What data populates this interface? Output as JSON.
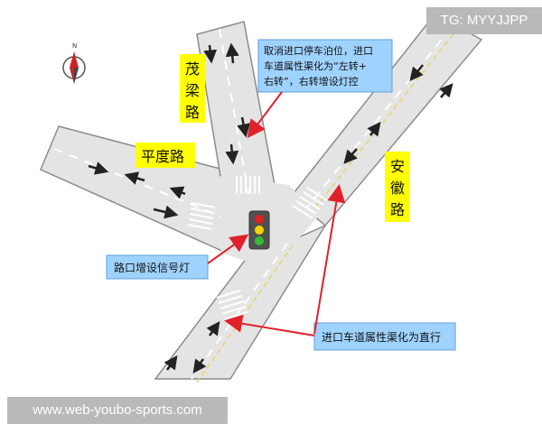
{
  "tag": "TG: MYYJJPP",
  "watermark": "www.web-youbo-sports.com",
  "roads": {
    "north": "茂\n梁\n路",
    "west": "平度路",
    "east": "安\n徽\n路"
  },
  "callouts": {
    "top": [
      "取消进口停车泊位，进口",
      "车道属性渠化为“左转+",
      "右转”，右转增设灯控"
    ],
    "left": "路口增设信号灯",
    "bottom": "进口车道属性渠化为直行"
  },
  "colors": {
    "road": "#e4e4e4",
    "road_edge": "#8c8c8c",
    "label_bg": "#ffff00",
    "callout_bg": "#9fd3ff",
    "arrow": "#e0202a",
    "center_line": "#e8d36a"
  },
  "icons": [
    "compass-icon",
    "traffic-light-icon"
  ]
}
